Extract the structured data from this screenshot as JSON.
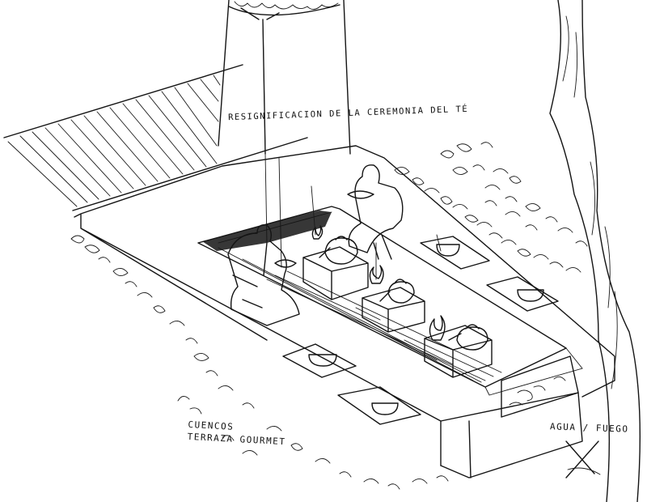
{
  "annotations": {
    "title": "RESIGNIFICACION DE LA CEREMONIA DEL TÉ",
    "bowls_line1": "CUENCOS",
    "bowls_line2": "TERRAZA GOURMET",
    "water_fire": "AGUA / FUEGO"
  },
  "style": {
    "ink_color": "#141414",
    "paper_color": "#ffffff"
  }
}
